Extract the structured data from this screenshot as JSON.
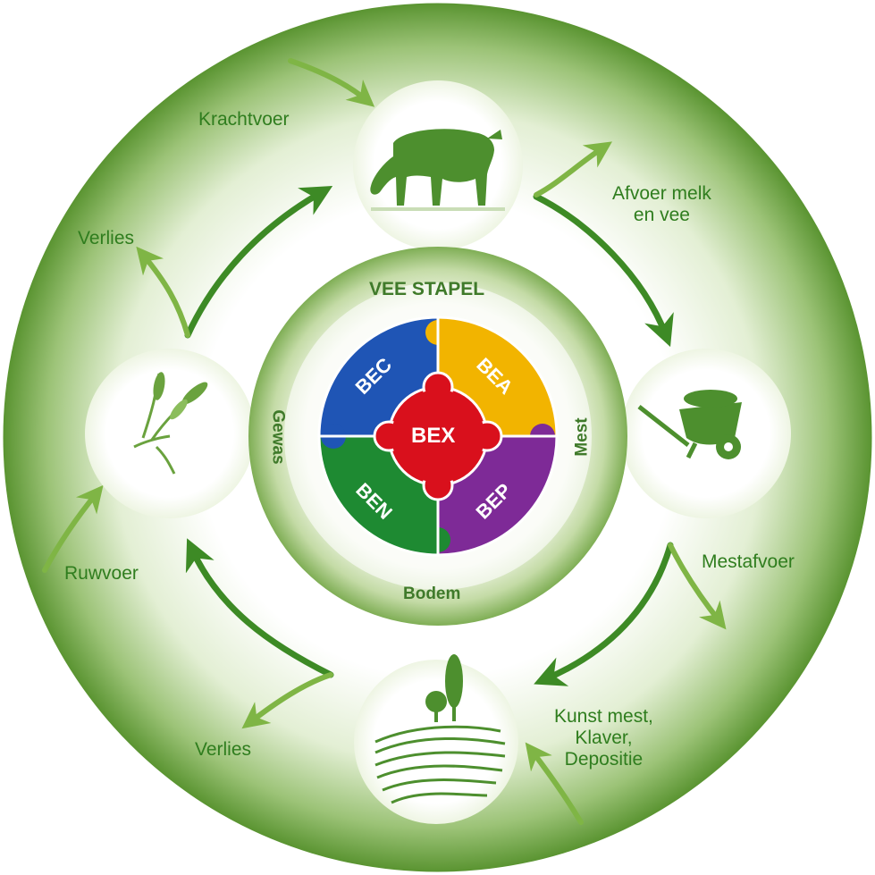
{
  "center": {
    "top_label": "VEE STAPEL",
    "left_label": "Gewas",
    "right_label": "Mest",
    "bottom_label": "Bodem",
    "hub_label": "BEX",
    "pieces": [
      {
        "label": "BEC",
        "color": "#1f55b5"
      },
      {
        "label": "BEA",
        "color": "#f2b400"
      },
      {
        "label": "BEP",
        "color": "#7e2a97"
      },
      {
        "label": "BEN",
        "color": "#1e8a32"
      }
    ],
    "hub_color": "#d9101c"
  },
  "flows": {
    "krachtvoer": "Krachtvoer",
    "afvoer_line1": "Afvoer melk",
    "afvoer_line2": "en vee",
    "verlies_top": "Verlies",
    "mestafvoer": "Mestafvoer",
    "ruwvoer": "Ruwvoer",
    "verlies_bottom": "Verlies",
    "kunst_line1": "Kunst mest,",
    "kunst_line2": "Klaver,",
    "kunst_line3": "Depositie"
  },
  "nodes": [
    {
      "name": "cow-icon"
    },
    {
      "name": "wheelbarrow-icon"
    },
    {
      "name": "field-icon"
    },
    {
      "name": "wheat-icon"
    }
  ],
  "colors": {
    "ring_outer": "#5f9a37",
    "ring_inner": "#ffffff",
    "arrow": "#3d8a25",
    "text": "#2f7d1e",
    "icon": "#4d8f2e"
  }
}
